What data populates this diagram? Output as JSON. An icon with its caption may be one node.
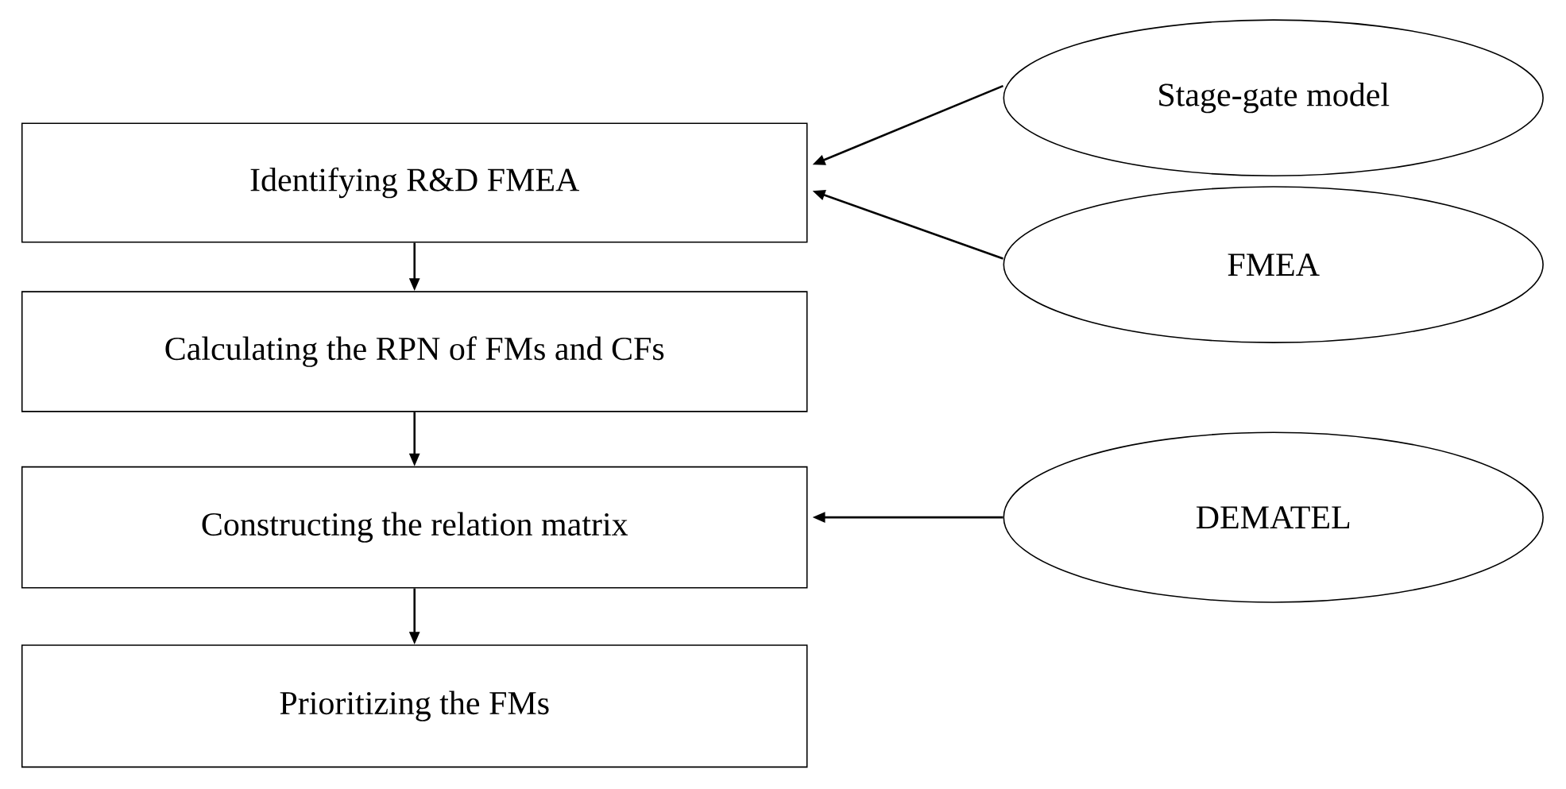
{
  "diagram": {
    "nodes": [
      {
        "text": [
          "Identifying R&D FMEA"
        ]
      },
      {
        "text": [
          "Calculating the RPN of FMs and CFs"
        ]
      },
      {
        "text": [
          "Constructing the relation matrix"
        ]
      },
      {
        "text": [
          "Prioritizing the FMs"
        ]
      },
      {
        "text": [
          "Stage-gate model"
        ]
      },
      {
        "text": [
          "FMEA"
        ]
      },
      {
        "text": [
          "DEMATEL"
        ]
      }
    ],
    "edges": [
      {
        "from": 0,
        "to": 1,
        "arrow": "to"
      },
      {
        "from": 1,
        "to": 2,
        "arrow": "to"
      },
      {
        "from": 2,
        "to": 3,
        "arrow": "to"
      },
      {
        "from": 4,
        "to": 0,
        "arrow": "to"
      },
      {
        "from": 5,
        "to": 0,
        "arrow": "to"
      },
      {
        "from": 6,
        "to": 2,
        "arrow": "to"
      }
    ]
  }
}
